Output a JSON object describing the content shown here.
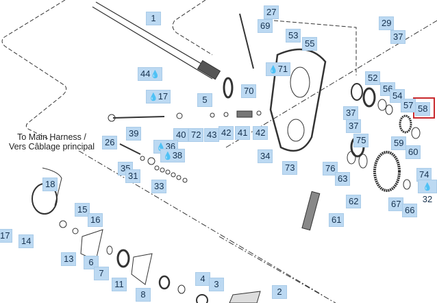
{
  "note": {
    "line1": "To Main Harness /",
    "line2": "Vers Câblage principal"
  },
  "highlighted_part": "58",
  "highlight_color": "#c8282c",
  "callout_color": "#bcd9f2",
  "lubricant_icon": "oil-drop-icon",
  "callouts": [
    "1",
    "27",
    "69",
    "53",
    "55",
    "29",
    "37",
    "44",
    "71",
    "70",
    "52",
    "56",
    "54",
    "57",
    "58",
    "5",
    "17",
    "39",
    "40",
    "72",
    "43",
    "42",
    "41",
    "42",
    "37",
    "37",
    "75",
    "59",
    "60",
    "34",
    "36",
    "38",
    "26",
    "35",
    "31",
    "33",
    "73",
    "76",
    "63",
    "62",
    "74",
    "32",
    "67",
    "66",
    "61",
    "18",
    "15",
    "16",
    "17",
    "14",
    "13",
    "6",
    "7",
    "11",
    "8",
    "4",
    "3",
    "2"
  ]
}
